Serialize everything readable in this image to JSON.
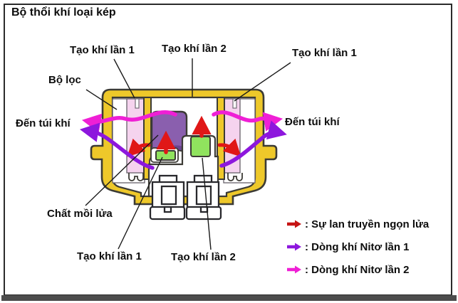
{
  "page": {
    "title": "Bộ thổi khí loại kép"
  },
  "labels": {
    "gen1_top_left": "Tạo khí lần 1",
    "gen2_top": "Tạo khí lần 2",
    "gen1_top_right": "Tạo khí lần 1",
    "filter": "Bộ lọc",
    "to_airbag_left": "Đến túi khí",
    "to_airbag_right": "Đến túi khí",
    "igniter": "Chất mồi lửa",
    "gen1_bottom": "Tạo khí lần 1",
    "gen2_bottom": "Tạo khí lần 2"
  },
  "legend": {
    "items": [
      {
        "icon": "arrow-right-icon",
        "color": "#c61414",
        "label": ": Sự lan truyền ngọn lửa"
      },
      {
        "icon": "arrow-right-icon",
        "color": "#8d17dd",
        "label": ": Dòng khí Nitơ lần 1"
      },
      {
        "icon": "arrow-right-icon",
        "color": "#ef1fd5",
        "label": ": Dòng khí Nitơ lần 2"
      }
    ]
  },
  "colors": {
    "casing_yellow": "#eec82a",
    "outline_dark": "#3c3b35",
    "filter_pink": "#f5d3ee",
    "chamber_purple": "#8a5fae",
    "chamber_purple_dark": "#6a4590",
    "generant_green": "#90e35e",
    "flame_red": "#e01717",
    "nitrogen1_purple": "#8d17dd",
    "nitrogen2_magenta": "#ef1fd5",
    "border": "#2b2b2b",
    "shadow_bar": "#4c4c4c"
  }
}
